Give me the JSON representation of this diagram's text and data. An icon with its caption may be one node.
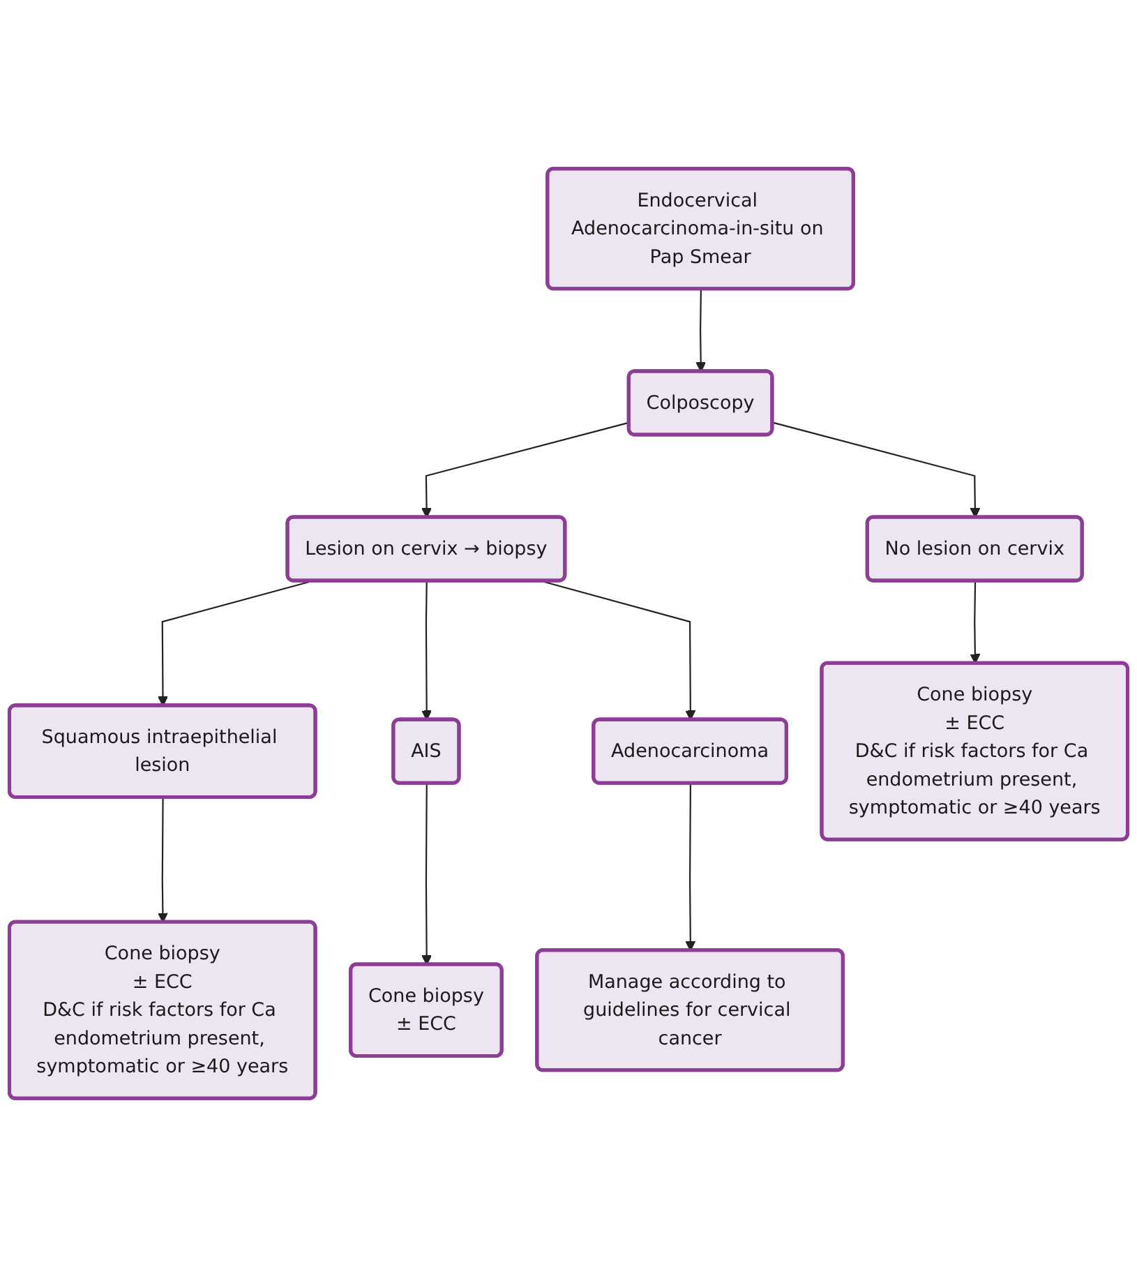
{
  "diagram": {
    "nodes": [
      {
        "text": [
          "Endocervical Adenocarcinoma-in-situ on Pap Smear"
        ]
      },
      {
        "text": [
          "Colposcopy"
        ]
      },
      {
        "text": [
          "No lesion on cervix"
        ]
      },
      {
        "text": [
          "Lesion on cervix → biopsy"
        ]
      },
      {
        "text": [
          "Squamous intraepithelial lesion"
        ]
      },
      {
        "text": [
          "AIS"
        ]
      },
      {
        "text": [
          "Adenocarcinoma"
        ]
      },
      {
        "text": [
          "Cone biopsy",
          "± ECC",
          "D&C if risk factors for Ca endometrium present, symptomatic or ≥40 years"
        ]
      },
      {
        "text": [
          "Cone biopsy",
          "± ECC",
          "D&C if risk factors for Ca endometrium present, symptomatic or ≥40 years"
        ]
      },
      {
        "text": [
          "Cone biopsy",
          "± ECC"
        ]
      },
      {
        "text": [
          "Manage according to guidelines for cervical cancer"
        ]
      }
    ],
    "edges": [
      {
        "from": 0,
        "to": 1,
        "arrow": "to"
      },
      {
        "from": 1,
        "to": 2,
        "arrow": "to"
      },
      {
        "from": 1,
        "to": 3,
        "arrow": "to"
      },
      {
        "from": 2,
        "to": 7,
        "arrow": "to"
      },
      {
        "from": 3,
        "to": 4,
        "arrow": "to"
      },
      {
        "from": 3,
        "to": 5,
        "arrow": "to"
      },
      {
        "from": 3,
        "to": 6,
        "arrow": "to"
      },
      {
        "from": 4,
        "to": 8,
        "arrow": "to"
      },
      {
        "from": 5,
        "to": 9,
        "arrow": "to"
      },
      {
        "from": 6,
        "to": 10,
        "arrow": "to"
      }
    ]
  }
}
